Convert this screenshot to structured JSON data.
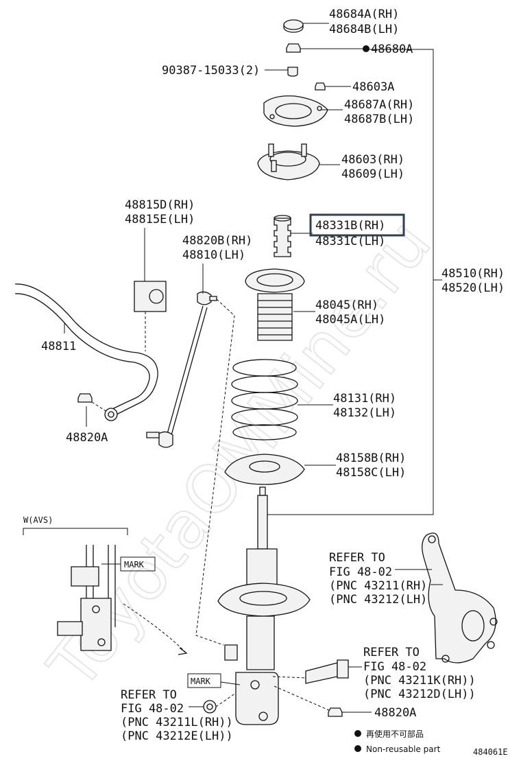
{
  "watermark": "ToyotaOMMine.ru",
  "labels": {
    "p48684a": "48684A(RH)",
    "p48684b": "48684B(LH)",
    "p48680a": "48680A",
    "p90387": "90387-15033(2)",
    "p48603a": "48603A",
    "p48687a": "48687A(RH)",
    "p48687b": "48687B(LH)",
    "p48603": "48603(RH)",
    "p48609": "48609(LH)",
    "p48331b": "48331B(RH)",
    "p48331c": "48331C(LH)",
    "p48510": "48510(RH)",
    "p48520": "48520(LH)",
    "p48815d": "48815D(RH)",
    "p48815e": "48815E(LH)",
    "p48820b": "48820B(RH)",
    "p48810": "48810(LH)",
    "p48045": "48045(RH)",
    "p48045a": "48045A(LH)",
    "p48811": "48811",
    "p48131": "48131(RH)",
    "p48132": "48132(LH)",
    "p48820a_left": "48820A",
    "p48158b": "48158B(RH)",
    "p48158c": "48158C(LH)",
    "w_avs": "W(AVS)",
    "mark": "MARK",
    "p48820a_right": "48820A"
  },
  "refer_knuckle": {
    "line1": "REFER TO",
    "line2": "FIG 48-02",
    "line3": "(PNC 43211(RH)",
    "line4": "(PNC 43212(LH)"
  },
  "refer_bolt": {
    "line1": "REFER TO",
    "line2": "FIG 48-02",
    "line3": "(PNC 43211K(RH))",
    "line4": "(PNC 43212D(LH))"
  },
  "refer_lower": {
    "line1": "REFER TO",
    "line2": "FIG 48-02",
    "line3": "(PNC 43211L(RH))",
    "line4": "(PNC 43212E(LH))"
  },
  "legend": {
    "jp": "再使用不可部品",
    "en": "Non-reusable part"
  },
  "figure_id": "484061E"
}
